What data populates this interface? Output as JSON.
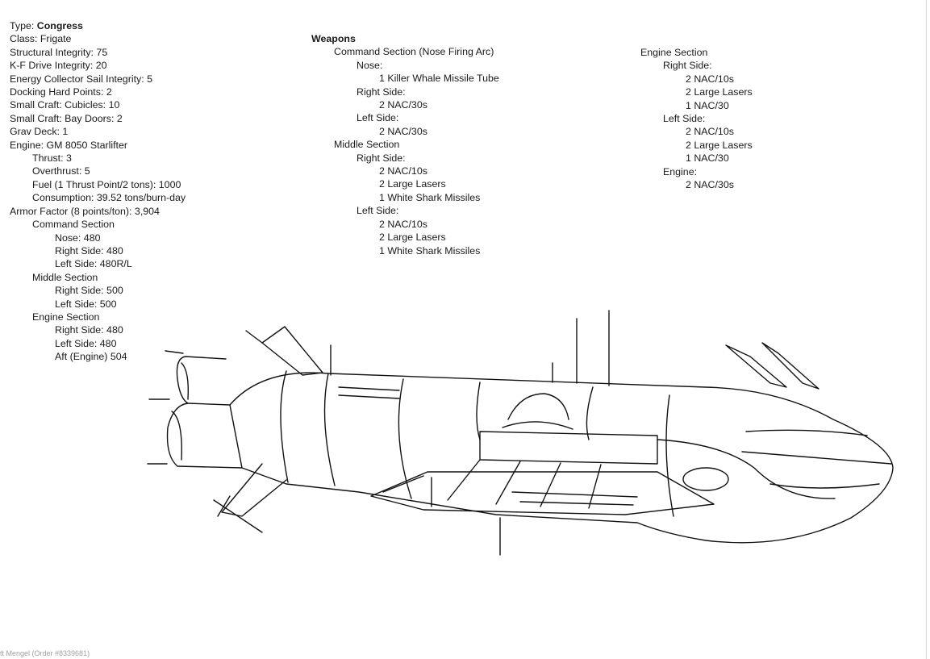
{
  "specs": {
    "type_label": "Type: ",
    "type_value": "Congress",
    "class": "Class: Frigate",
    "structural": "Structural Integrity: 75",
    "kf": "K-F Drive Integrity: 20",
    "sail": "Energy Collector Sail Integrity: 5",
    "docking": "Docking Hard Points: 2",
    "cubicles": "Small Craft: Cubicles: 10",
    "bay_doors": "Small Craft: Bay Doors: 2",
    "grav": "Grav Deck: 1",
    "engine": "Engine: GM 8050 Starlifter",
    "thrust": "Thrust: 3",
    "overthrust": "Overthrust: 5",
    "fuel": "Fuel (1 Thrust Point/2 tons): 1000",
    "consumption": "Consumption: 39.52 tons/burn-day",
    "armor_factor": "Armor Factor (8 points/ton): 3,904",
    "armor": {
      "command": "Command Section",
      "nose": "Nose: 480",
      "cmd_right": "Right Side: 480",
      "cmd_left": "Left Side: 480R/L",
      "middle": "Middle Section",
      "mid_right": "Right Side: 500",
      "mid_left": "Left Side: 500",
      "engine": "Engine Section",
      "eng_right": "Right Side: 480",
      "eng_left": "Left Side: 480",
      "aft": "Aft (Engine) 504"
    }
  },
  "weapons": {
    "title": "Weapons",
    "command": "Command Section (Nose Firing Arc)",
    "nose": "Nose:",
    "nose_1": "1 Killer Whale Missile Tube",
    "cmd_right": "Right Side:",
    "cmd_right_1": "2 NAC/30s",
    "cmd_left": "Left Side:",
    "cmd_left_1": "2 NAC/30s",
    "middle": "Middle Section",
    "mid_right": "Right Side:",
    "mid_right_1": "2 NAC/10s",
    "mid_right_2": "2 Large Lasers",
    "mid_right_3": "1 White Shark Missiles",
    "mid_left": "Left Side:",
    "mid_left_1": "2 NAC/10s",
    "mid_left_2": "2 Large Lasers",
    "mid_left_3": "1 White Shark Missiles"
  },
  "engine_weapons": {
    "title": "Engine Section",
    "right": "Right Side:",
    "right_1": "2 NAC/10s",
    "right_2": "2 Large Lasers",
    "right_3": "1 NAC/30",
    "left": "Left Side:",
    "left_1": "2 NAC/10s",
    "left_2": "2 Large Lasers",
    "left_3": "1 NAC/30",
    "engine": "Engine:",
    "engine_1": "2 NAC/30s"
  },
  "footer": "tt Mengel (Order #8339681)"
}
